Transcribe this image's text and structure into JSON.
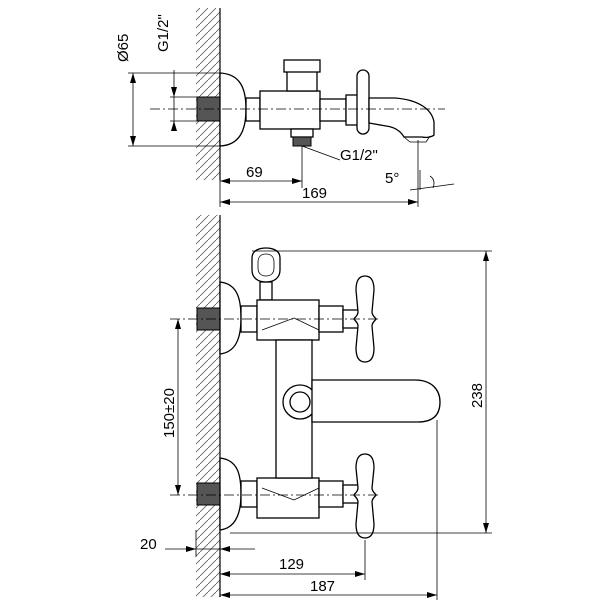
{
  "diagram": {
    "type": "technical-drawing",
    "subject": "wall-mounted bath mixer",
    "labels": {
      "diameter": "Ø65",
      "thread_top": "G1/2\"",
      "thread_outlet": "G1/2\"",
      "angle": "5°",
      "depth_center": "69",
      "depth_total": "169",
      "height_total": "238",
      "center_distance": "150±20",
      "wall_offset": "20",
      "spout_reach": "129",
      "total_width": "187"
    }
  }
}
